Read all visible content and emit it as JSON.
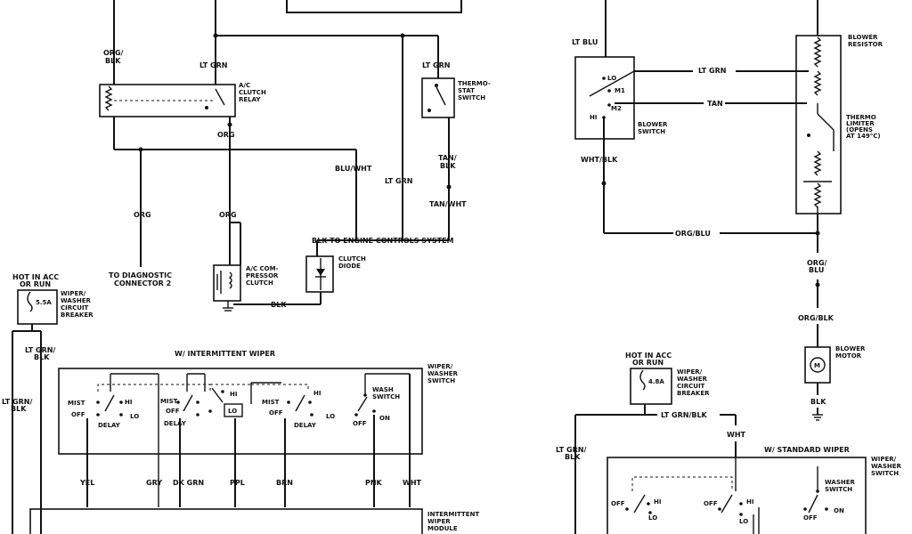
{
  "labels": {
    "org_blk_1": "ORG/",
    "org_blk_2": "BLK",
    "lt_grn_top": "LT GRN",
    "ac_relay_1": "A/C",
    "ac_relay_2": "CLUTCH",
    "ac_relay_3": "RELAY",
    "lt_grn_thermo": "LT GRN",
    "thermo_1": "THERMO-",
    "thermo_2": "STAT",
    "thermo_3": "SWITCH",
    "org_relay": "ORG",
    "tan_blk_1": "TAN/",
    "tan_blk_2": "BLK",
    "blu_wht": "BLU/WHT",
    "lt_grn_mid": "LT GRN",
    "tan_wht": "TAN/WHT",
    "org_left": "ORG",
    "org_right": "ORG",
    "blk_engine": "BLK  TO ENGINE CONTROLS SYSTEM",
    "clutch_diode_1": "CLUTCH",
    "clutch_diode_2": "DIODE",
    "diag_1": "TO DIAGNOSTIC",
    "diag_2": "CONNECTOR 2",
    "ac_comp_1": "A/C COM-",
    "ac_comp_2": "PRESSOR",
    "ac_comp_3": "CLUTCH",
    "blk_comp": "BLK",
    "hot_1": "HOT IN ACC",
    "hot_2": "OR RUN",
    "cb_amp": "5.5A",
    "cb_1": "WIPER/",
    "cb_2": "WASHER",
    "cb_3": "CIRCUIT",
    "cb_4": "BREAKER",
    "ltgrn_blk_a1": "LT GRN/",
    "ltgrn_blk_a2": "BLK",
    "ltgrn_blk_b1": "LT GRN/",
    "ltgrn_blk_b2": "BLK",
    "intermittent_title": "W/  INTERMITTENT  WIPER",
    "ww_switch_1": "WIPER/",
    "ww_switch_2": "WASHER",
    "ww_switch_3": "SWITCH",
    "mist_1": "MIST",
    "mist_2": "MIST",
    "mist_3": "MIST",
    "off_1": "OFF",
    "off_2": "OFF",
    "off_3": "OFF",
    "off_4": "OFF",
    "hi_1": "HI",
    "hi_2": "HI",
    "hi_3": "HI",
    "lo_1": "LO",
    "lo_2": "LO",
    "lo_3": "LO",
    "delay_1": "DELAY",
    "delay_2": "DELAY",
    "delay_3": "DELAY",
    "wash_1": "WASH",
    "wash_2": "SWITCH",
    "on_1": "ON",
    "wire_yel": "YEL",
    "wire_gry": "GRY",
    "wire_dkgrn": "DK GRN",
    "wire_ppl": "PPL",
    "wire_brn": "BRN",
    "wire_pnk": "PNK",
    "wire_wht": "WHT",
    "module_1": "INTERMITTENT",
    "module_2": "WIPER",
    "module_3": "MODULE",
    "lt_blu": "LT BLU",
    "bs_lo": "LO",
    "bs_m1": "M1",
    "bs_m2": "M2",
    "bs_hi": "HI",
    "bs_label_1": "BLOWER",
    "bs_label_2": "SWITCH",
    "lt_grn_blower": "LT GRN",
    "tan_blower": "TAN",
    "resistor_1": "BLOWER",
    "resistor_2": "RESISTOR",
    "limiter_1": "THERMO",
    "limiter_2": "LIMITER",
    "limiter_3": "(OPENS",
    "limiter_4": "AT 149°C)",
    "wht_blk": "WHT/BLK",
    "org_blu_h": "ORG/BLU",
    "org_blu_v1": "ORG/",
    "org_blu_v2": "BLU",
    "org_blk_blower": "ORG/BLK",
    "motor_1": "BLOWER",
    "motor_2": "MOTOR",
    "blk_motor": "BLK",
    "hot2_1": "HOT IN ACC",
    "hot2_2": "OR RUN",
    "cb2_amp": "4.8A",
    "cb2_1": "WIPER/",
    "cb2_2": "WASHER",
    "cb2_3": "CIRCUIT",
    "cb2_4": "BREAKER",
    "lt_grn_blk_r": "LT GRN/BLK",
    "wht_r": "WHT",
    "ltgrn_blk_r1": "LT GRN/",
    "ltgrn_blk_r2": "BLK",
    "standard_title": "W/  STANDARD  WIPER",
    "ww2_1": "WIPER/",
    "ww2_2": "WASHER",
    "ww2_3": "SWITCH",
    "s_off_1": "OFF",
    "s_off_2": "OFF",
    "s_off_3": "OFF",
    "s_hi_1": "HI",
    "s_hi_2": "HI",
    "s_lo_1": "LO",
    "s_lo_2": "LO",
    "wash2_1": "WASHER",
    "wash2_2": "SWITCH",
    "s_on": "ON",
    "motor_icon_letter": "M"
  }
}
